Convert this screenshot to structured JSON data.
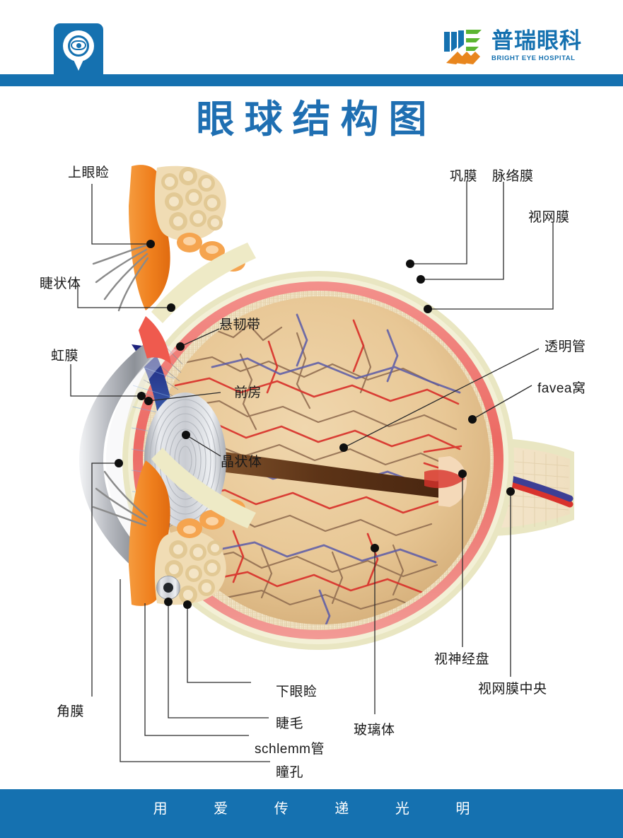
{
  "header": {
    "brand_icon": "eye-location-pin-icon",
    "logo": {
      "cn_name": "普瑞眼科",
      "en_name": "BRIGHT EYE HOSPITAL",
      "emblem_icon": "mountain-wave-emblem-icon",
      "colors": {
        "blue": "#1571b0",
        "green": "#5cb531",
        "orange": "#e8861e"
      }
    },
    "bar_color": "#1571b0"
  },
  "title": "眼球结构图",
  "footer": {
    "slogan": "用 爱 传 递 光 明",
    "bar_color": "#1571b0"
  },
  "diagram": {
    "name": "eyeball-anatomy-cross-section",
    "colors": {
      "sclera": "#e9e6c2",
      "choroid": "#f0807c",
      "retina": "#efe0c0",
      "vitreous": "#e8c795",
      "eyelid": "#f08021",
      "fat": "#f0dcb4",
      "cornea": "#d9dade",
      "iris": "#2a2f9e",
      "lens": "#c9ccd2",
      "artery": "#d8322c",
      "vein": "#3c3f95",
      "hyaloid_canal": "#6b4223"
    },
    "labels": [
      {
        "id": "upper-eyelid",
        "text": "上眼睑",
        "side": "left"
      },
      {
        "id": "ciliary-body",
        "text": "睫状体",
        "side": "left"
      },
      {
        "id": "iris",
        "text": "虹膜",
        "side": "left"
      },
      {
        "id": "cornea",
        "text": "角膜",
        "side": "left"
      },
      {
        "id": "suspensory-ligament",
        "text": "悬韧带",
        "side": "center"
      },
      {
        "id": "anterior-chamber",
        "text": "前房",
        "side": "center"
      },
      {
        "id": "lens",
        "text": "晶状体",
        "side": "center"
      },
      {
        "id": "lower-eyelid",
        "text": "下眼睑",
        "side": "center"
      },
      {
        "id": "eyelash",
        "text": "睫毛",
        "side": "center"
      },
      {
        "id": "schlemm-canal",
        "text": "schlemm管",
        "side": "center"
      },
      {
        "id": "pupil",
        "text": "瞳孔",
        "side": "center"
      },
      {
        "id": "vitreous-body",
        "text": "玻璃体",
        "side": "center"
      },
      {
        "id": "sclera",
        "text": "巩膜",
        "side": "right"
      },
      {
        "id": "choroid",
        "text": "脉络膜",
        "side": "right"
      },
      {
        "id": "retina",
        "text": "视网膜",
        "side": "right"
      },
      {
        "id": "hyaloid-canal",
        "text": "透明管",
        "side": "right"
      },
      {
        "id": "fovea",
        "text": "favea窝",
        "side": "right"
      },
      {
        "id": "optic-disc",
        "text": "视神经盘",
        "side": "right"
      },
      {
        "id": "central-retinal",
        "text": "视网膜中央",
        "side": "right"
      }
    ]
  }
}
